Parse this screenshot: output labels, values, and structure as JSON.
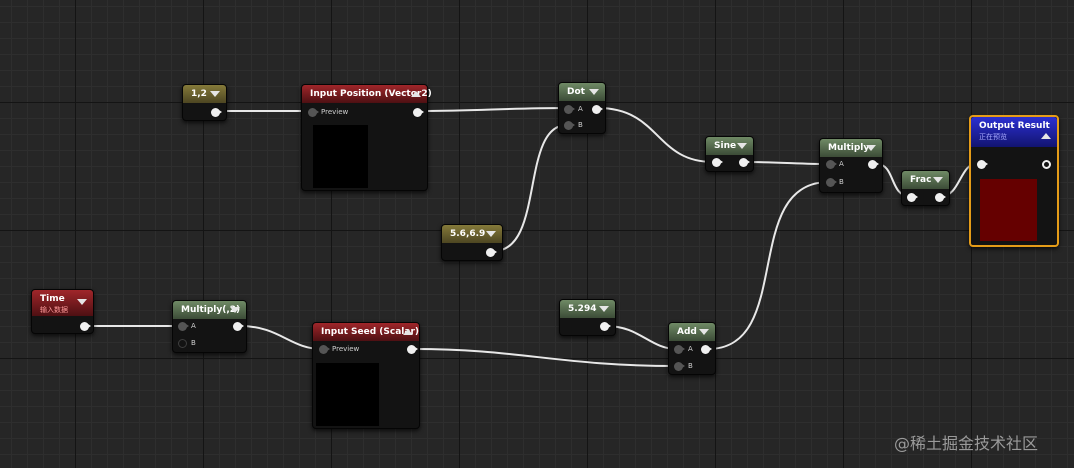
{
  "nodes": {
    "const_12": {
      "title": "1,2"
    },
    "input_position": {
      "title": "Input Position (Vector2)",
      "pin_preview": "Preview"
    },
    "dot": {
      "title": "Dot",
      "pin_a": "A",
      "pin_b": "B"
    },
    "const_569": {
      "title": "5.6,6.9"
    },
    "sine": {
      "title": "Sine"
    },
    "multiply": {
      "title": "Multiply",
      "pin_a": "A",
      "pin_b": "B"
    },
    "frac": {
      "title": "Frac"
    },
    "output_result": {
      "title": "Output Result",
      "subtitle": "正在预览",
      "preview_color": "#650000"
    },
    "time": {
      "title": "Time",
      "subtitle": "输入数据"
    },
    "multiply_2": {
      "title": "Multiply(,2)",
      "pin_a": "A",
      "pin_b": "B"
    },
    "input_seed": {
      "title": "Input Seed (Scalar)",
      "pin_preview": "Preview"
    },
    "const_5294": {
      "title": "5.294"
    },
    "add": {
      "title": "Add",
      "pin_a": "A",
      "pin_b": "B"
    }
  },
  "colors": {
    "grid_bg": "#262626",
    "header_constant": "#857a3a",
    "header_input": "#a0262a",
    "header_math": "#6f8a65",
    "header_output": "#2c30d2",
    "output_selected_border": "#e59c18",
    "wire": "#e8e8e8"
  },
  "watermark": "@稀土掘金技术社区"
}
